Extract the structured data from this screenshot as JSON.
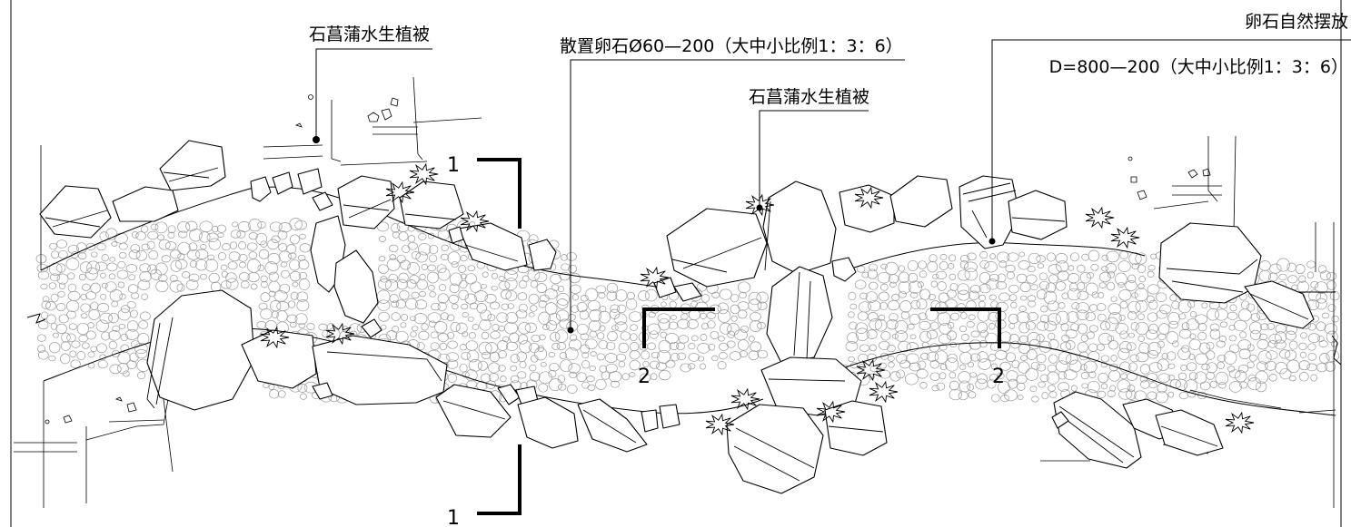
{
  "labels": {
    "aquatic_plant_left": "石菖蒲水生植被",
    "pebble_scatter": "散置卵石Ø60—200（大中小比例1：3：6）",
    "aquatic_plant_mid": "石菖蒲水生植被",
    "pebble_natural_line1": "卵石自然摆放",
    "pebble_natural_line2": "D=800—200（大中小比例1：3：6）"
  },
  "sections": {
    "section1_top": "1",
    "section1_bottom": "1",
    "section2_left": "2",
    "section2_right": "2"
  }
}
